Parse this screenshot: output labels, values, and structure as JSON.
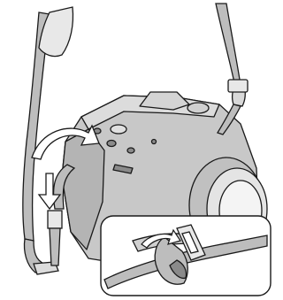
{
  "figure": {
    "subject": "camera-strap-attachment",
    "colors": {
      "outline": "#1a1a1a",
      "camera_fill": "#c8c8c8",
      "camera_light": "#dcdcdc",
      "strap_fill": "#bdbdbd",
      "inset_bg": "#ffffff"
    },
    "arrows": [
      "curved-arrow",
      "down-arrow"
    ]
  }
}
